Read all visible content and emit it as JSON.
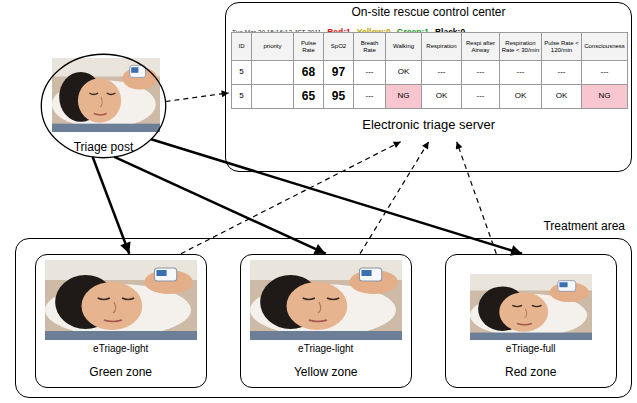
{
  "diagram": {
    "nodes": [
      {
        "text": [
          "Triage post"
        ]
      },
      {
        "text": [
          "On-site rescue control center"
        ]
      },
      {
        "text": [
          "Electronic triage server"
        ],
        "in": 1
      },
      {
        "text": [
          "Treatment area"
        ]
      },
      {
        "text": [
          "eTriage-light",
          "Green zone"
        ],
        "in": 3
      },
      {
        "text": [
          "eTriage-light",
          "Yellow zone"
        ],
        "in": 3
      },
      {
        "text": [
          "eTriage-full",
          "Red zone"
        ],
        "in": 3
      }
    ],
    "edges": [
      {
        "from": 0,
        "to": 4,
        "arrow": "to"
      },
      {
        "from": 0,
        "to": 5,
        "arrow": "to"
      },
      {
        "from": 0,
        "to": 6,
        "arrow": "to"
      },
      {
        "from": 0,
        "to": 2,
        "arrow": "to"
      },
      {
        "from": 4,
        "to": 2,
        "arrow": "to"
      },
      {
        "from": 5,
        "to": 2,
        "arrow": "to"
      },
      {
        "from": 6,
        "to": 2,
        "arrow": "to"
      }
    ],
    "labels": [
      "Tue Mar 29 15:16:12 JST 2011",
      "Red:1",
      "Yellow:0",
      "Green:1",
      "Black:0",
      "ID",
      "priority",
      "Pulse Rate",
      "SpO2",
      "Breath Rate",
      "Walking",
      "Respiration",
      "Respi after Airway",
      "Respiration Rate < 30/min",
      "Pulse Rate < 120/min",
      "Consciousness",
      "5",
      "68",
      "97",
      "---",
      "OK",
      "---",
      "---",
      "---",
      "---",
      "---",
      "5",
      "65",
      "95",
      "---",
      "NG",
      "OK",
      "---",
      "OK",
      "OK",
      "NG"
    ]
  }
}
